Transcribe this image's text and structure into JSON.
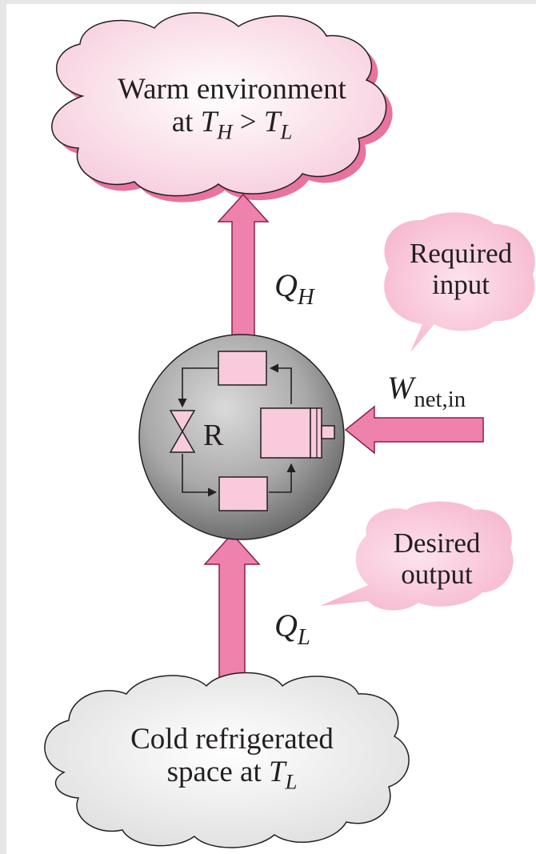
{
  "diagram": {
    "warm_cloud": {
      "line1": "Warm environment",
      "line2_prefix": "at ",
      "th_var": "T",
      "th_sub": "H",
      "gt": " > ",
      "tl_var": "T",
      "tl_sub": "L"
    },
    "cold_cloud": {
      "line1": "Cold refrigerated",
      "line2_prefix": "space at ",
      "tl_var": "T",
      "tl_sub": "L"
    },
    "qh": {
      "var": "Q",
      "sub": "H"
    },
    "ql": {
      "var": "Q",
      "sub": "L"
    },
    "work": {
      "var": "W",
      "sub": "net,in"
    },
    "refrigerator_label": "R",
    "bubble_required": {
      "line1": "Required",
      "line2": "input"
    },
    "bubble_desired": {
      "line1": "Desired",
      "line2": "output"
    },
    "colors": {
      "arrow_fill": "#ee82ad",
      "arrow_stroke": "#8a1f4e",
      "cloud_pink": "#fbe3ec",
      "cloud_shadow": "#e8739f",
      "cloud_grey": "#ececec",
      "sphere_dark": "#6e6e6e",
      "sphere_light": "#d4d4d4",
      "component_fill": "#f9c9dc"
    }
  }
}
